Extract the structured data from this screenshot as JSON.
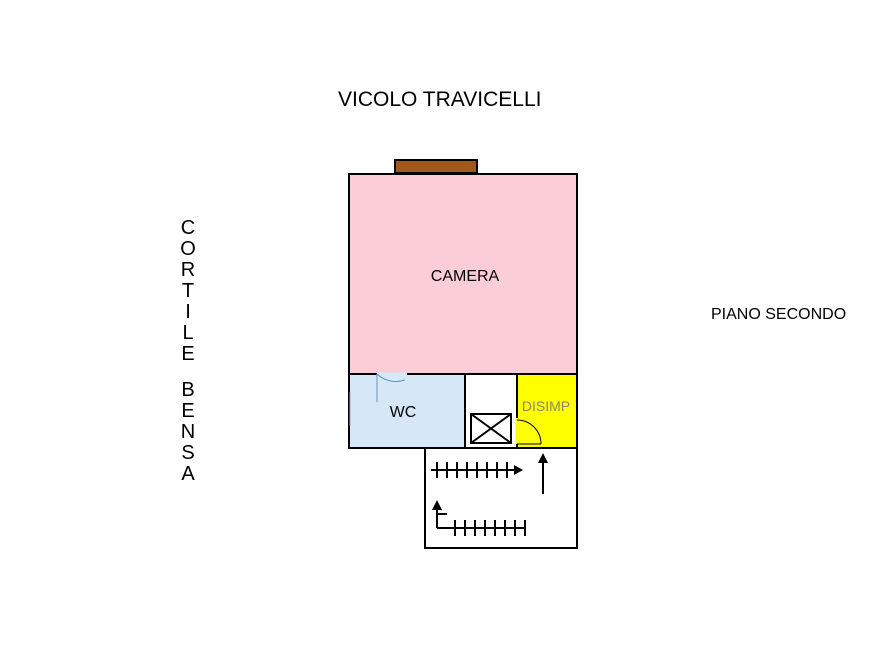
{
  "labels": {
    "street": "VICOLO TRAVICELLI",
    "floor": "PIANO SECONDO",
    "courtyard_1": "CORTILE",
    "courtyard_2": "BENSA"
  },
  "rooms": {
    "camera": "CAMERA",
    "wc": "WC",
    "disimpegno": "DISIMP"
  },
  "colors": {
    "camera": "#fbcdd7",
    "wc": "#d6e8f7",
    "disimpegno": "#ffff00",
    "balcony": "#a0581c",
    "walls": "#000000"
  }
}
